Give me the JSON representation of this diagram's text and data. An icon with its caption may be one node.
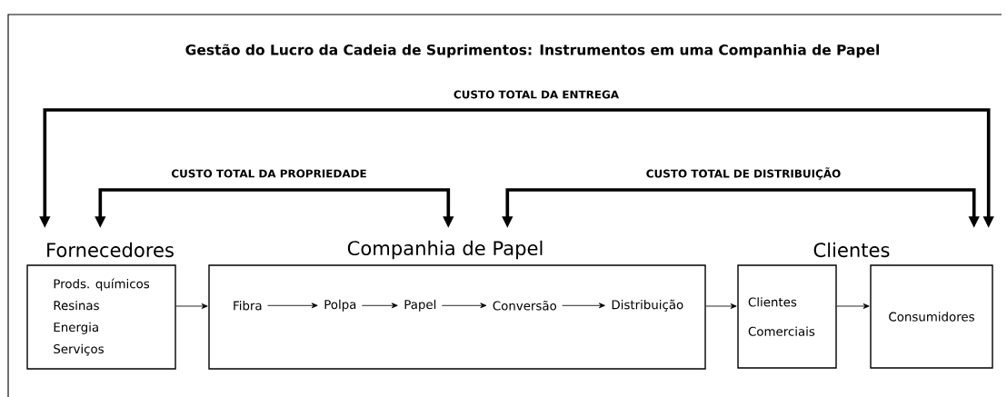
{
  "diagram": {
    "title": "Gestão do Lucro da Cadeia de Suprimentos: Instrumentos em uma Companhia de Papel",
    "nodes": [
      {
        "text": [
          "Fornecedores",
          "Prods. químicos",
          "Resinas",
          "Energia",
          "Serviços"
        ]
      },
      {
        "text": [
          "Companhia de Papel"
        ]
      },
      {
        "text": [
          "Fibra"
        ],
        "in": 1
      },
      {
        "text": [
          "Polpa"
        ],
        "in": 1
      },
      {
        "text": [
          "Papel"
        ],
        "in": 1
      },
      {
        "text": [
          "Conversão"
        ],
        "in": 1
      },
      {
        "text": [
          "Distribuição"
        ],
        "in": 1
      },
      {
        "text": [
          "Clientes Comerciais"
        ]
      },
      {
        "text": [
          "Consumidores"
        ]
      }
    ],
    "edges": [
      {
        "from": 0,
        "to": 8,
        "arrow": "both",
        "label": "CUSTO TOTAL DA ENTREGA",
        "style": "thick"
      },
      {
        "from": 0,
        "to": 1,
        "arrow": "both",
        "label": "CUSTO TOTAL DA PROPRIEDADE",
        "style": "thick"
      },
      {
        "from": 1,
        "to": 8,
        "arrow": "both",
        "label": "CUSTO TOTAL DE DISTRIBUIÇÃO",
        "style": "thick"
      },
      {
        "from": 0,
        "to": 1,
        "arrow": "to"
      },
      {
        "from": 2,
        "to": 3,
        "arrow": "to"
      },
      {
        "from": 3,
        "to": 4,
        "arrow": "to"
      },
      {
        "from": 4,
        "to": 5,
        "arrow": "to"
      },
      {
        "from": 5,
        "to": 6,
        "arrow": "to"
      },
      {
        "from": 1,
        "to": 7,
        "arrow": "to"
      },
      {
        "from": 7,
        "to": 8,
        "arrow": "to"
      }
    ],
    "labels": [
      "Clientes"
    ]
  }
}
